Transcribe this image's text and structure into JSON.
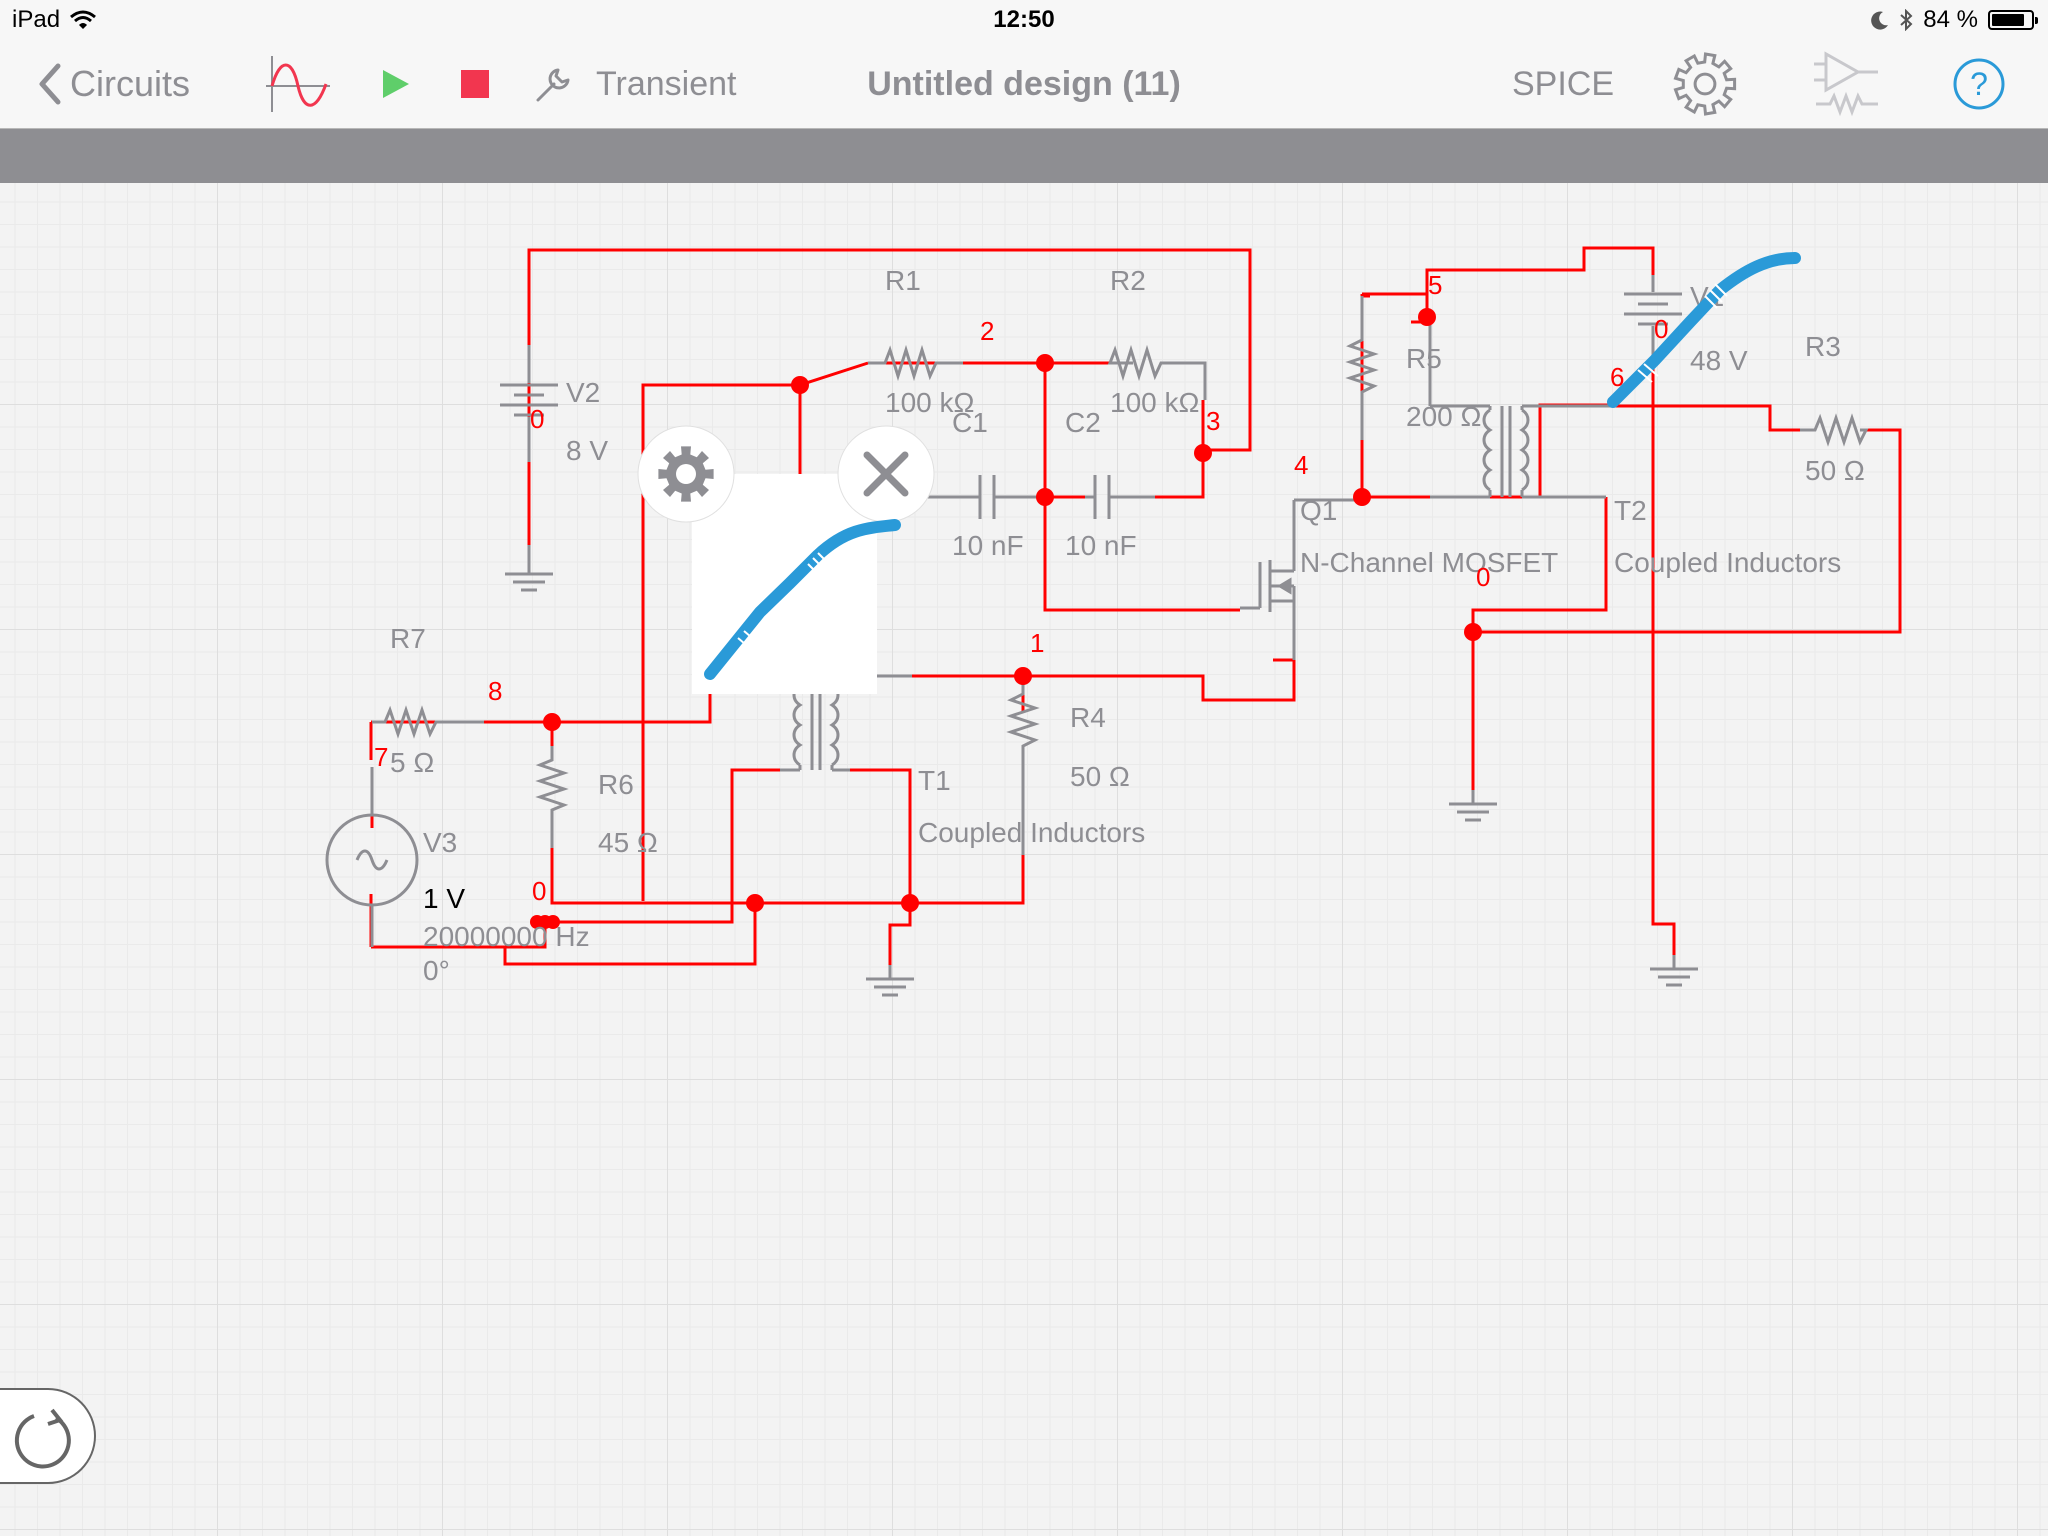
{
  "status_bar": {
    "device": "iPad",
    "time": "12:50",
    "battery": "84 %",
    "battery_level": 0.84
  },
  "toolbar": {
    "back_label": "Circuits",
    "analysis_label": "Transient",
    "title": "Untitled design (11)",
    "spice_label": "SPICE",
    "help_label": "?"
  },
  "overlay": {
    "settings_icon": "gear-icon",
    "delete_icon": "close-icon"
  },
  "components": {
    "r1": {
      "name": "R1",
      "value": "100 kΩ"
    },
    "r2": {
      "name": "R2",
      "value": "100 kΩ"
    },
    "c1": {
      "name": "C1",
      "value": "10 nF"
    },
    "c2": {
      "name": "C2",
      "value": "10 nF"
    },
    "v2": {
      "name": "V2",
      "value": "8 V"
    },
    "v3": {
      "name": "V3",
      "amplitude": "1 V",
      "frequency": "20000000 Hz",
      "phase": "0°"
    },
    "r7": {
      "name": "R7",
      "value": "5 Ω"
    },
    "r6": {
      "name": "R6",
      "value": "45 Ω"
    },
    "r4": {
      "name": "R4",
      "value": "50 Ω"
    },
    "t1": {
      "name": "T1",
      "type": "Coupled Inductors"
    },
    "q1": {
      "name": "Q1",
      "type": "N-Channel MOSFET"
    },
    "r5": {
      "name": "R5",
      "value": "200 Ω"
    },
    "t2": {
      "name": "T2",
      "type": "Coupled Inductors"
    },
    "v1": {
      "name": "V1",
      "value": "48 V"
    },
    "r3": {
      "name": "R3",
      "value": "50 Ω"
    }
  },
  "nodes": {
    "n0": "0",
    "n1": "1",
    "n2": "2",
    "n3": "3",
    "n4": "4",
    "n5": "5",
    "n6": "6",
    "n7": "7",
    "n8": "8"
  },
  "colors": {
    "wire": "#ff0000",
    "component": "#8e8e93",
    "probe": "#2a9ad8",
    "accent": "#2a9ad8",
    "play": "#5fce6a",
    "stop": "#f2364f"
  }
}
